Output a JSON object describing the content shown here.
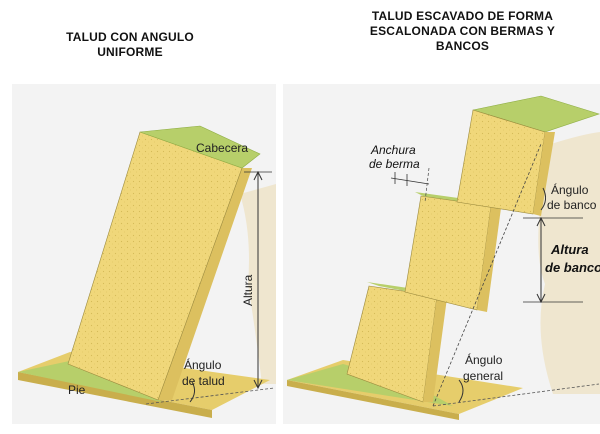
{
  "titles": {
    "left": [
      "TALUD CON ANGULO",
      "UNIFORME"
    ],
    "right": [
      "TALUD ESCAVADO DE FORMA",
      "ESCALONADA CON BERMAS Y",
      "BANCOS"
    ]
  },
  "left_diagram": {
    "cabecera": "Cabecera",
    "altura": "Altura",
    "angulo_talud": [
      "Ángulo",
      "de talud"
    ],
    "pie": "Pie"
  },
  "right_diagram": {
    "anchura_berma": [
      "Anchura",
      "de berma"
    ],
    "angulo_banco": [
      "Ángulo",
      "de banco"
    ],
    "altura_banco": [
      "Altura",
      "de banco"
    ],
    "angulo_general": [
      "Ángulo",
      "general"
    ]
  },
  "colors": {
    "face": "#f0d77a",
    "side": "#dcc05f",
    "grass": "#b7cf6a",
    "grass_dark": "#8fae45",
    "background": "#f3f3f3",
    "soil": "#d9c79a"
  }
}
